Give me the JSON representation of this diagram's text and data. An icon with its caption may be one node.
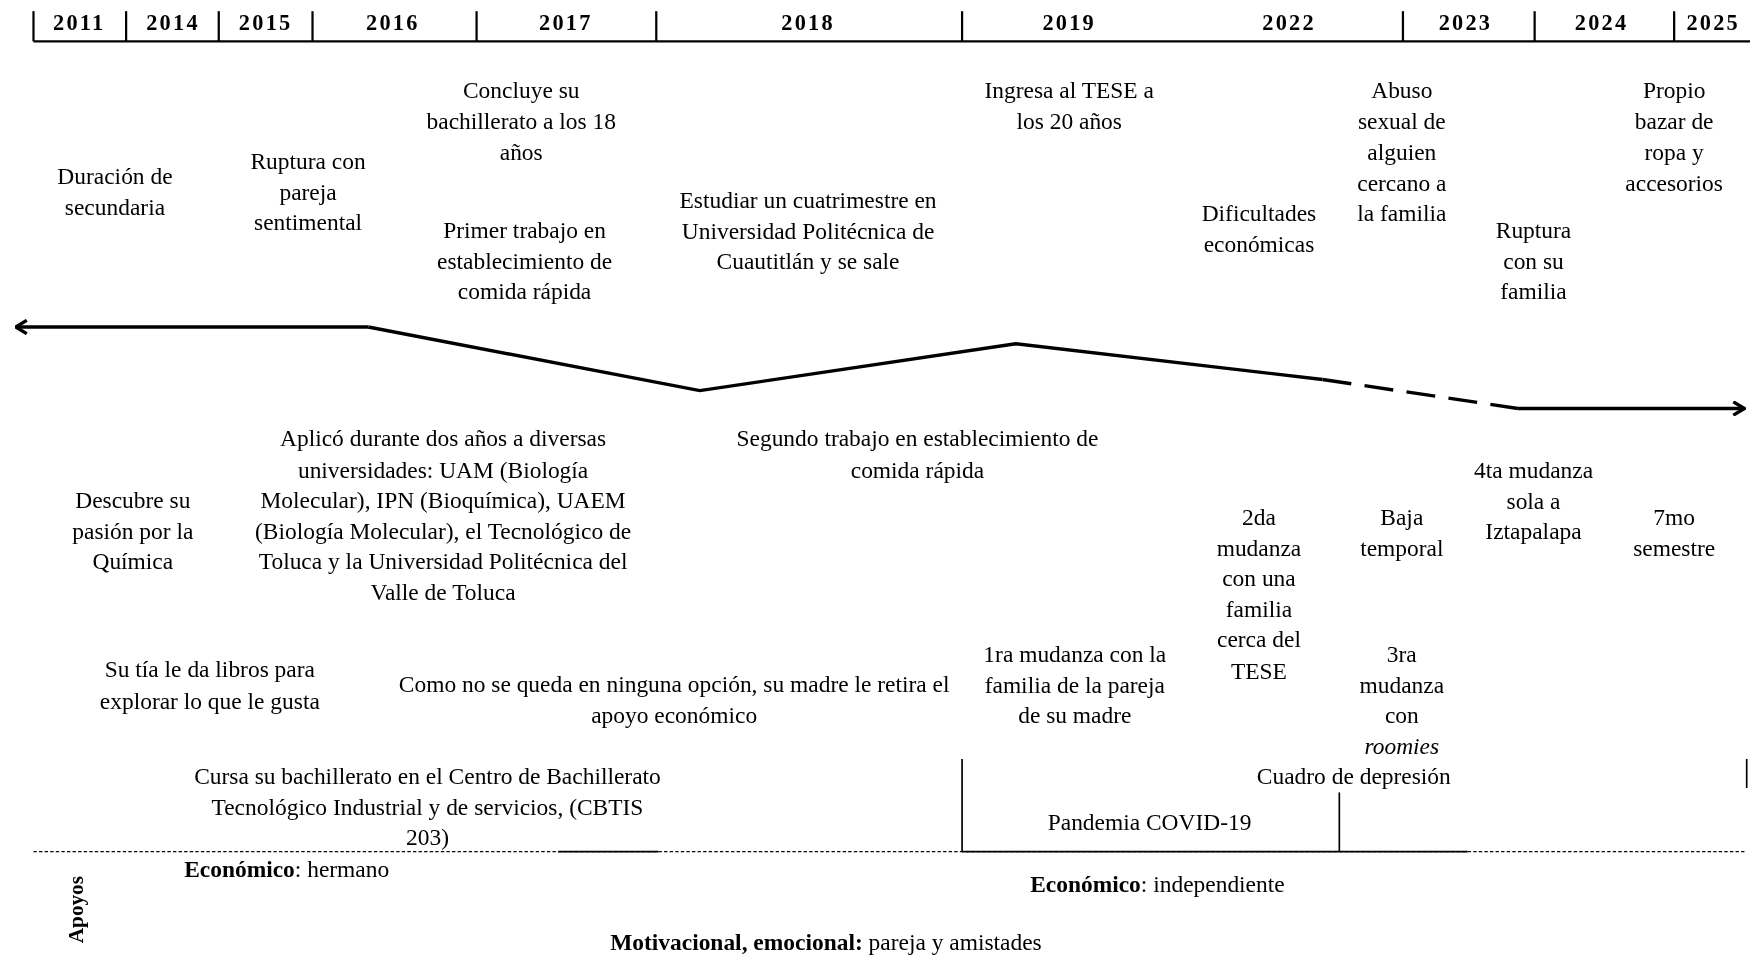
{
  "diagram": {
    "labels": [
      "2011",
      "2014",
      "2015",
      "2016",
      "2017",
      "2018",
      "2019",
      "2022",
      "2023",
      "2024",
      "2025",
      "Duración de secundaria",
      "Ruptura con pareja sentimental",
      "Concluye su bachillerato a los 18 años",
      "Primer trabajo en establecimiento de comida rápida",
      "Estudiar un cuatrimestre en Universidad Politécnica de Cuautitlán y se sale",
      "Ingresa al TESE a los 20 años",
      "Dificultades económicas",
      "Abuso sexual de alguien cercano a la familia",
      "Ruptura con su familia",
      "Propio bazar de ropa y accesorios",
      "Aplicó durante dos años a diversas universidades: UAM (Biología Molecular), IPN (Bioquímica), UAEM (Biología Molecular), el Tecnológico de Toluca y la Universidad Politécnica del Valle de Toluca",
      "Descubre su pasión por la Química",
      "Segundo trabajo en establecimiento de comida rápida",
      "2da mudanza con una familia cerca del TESE",
      "Baja temporal",
      "4ta mudanza sola a Iztapalapa",
      "7mo semestre",
      "Su tía le da libros para explorar lo que le gusta",
      "Como no se queda en ninguna opción, su madre le retira el apoyo económico",
      "1ra mudanza con la familia de la pareja de su madre",
      "3ra mudanza con *roomies*",
      "Cuadro de depresión",
      "Cursa su bachillerato en el Centro de Bachillerato Tecnológico Industrial y de servicios, (CBTIS 203)",
      "Pandemia COVID-19",
      "Apoyos",
      "**Económico**: hermano",
      "**Económico**: independiente",
      "**Motivacional, emocional:** pareja y amistades"
    ]
  }
}
